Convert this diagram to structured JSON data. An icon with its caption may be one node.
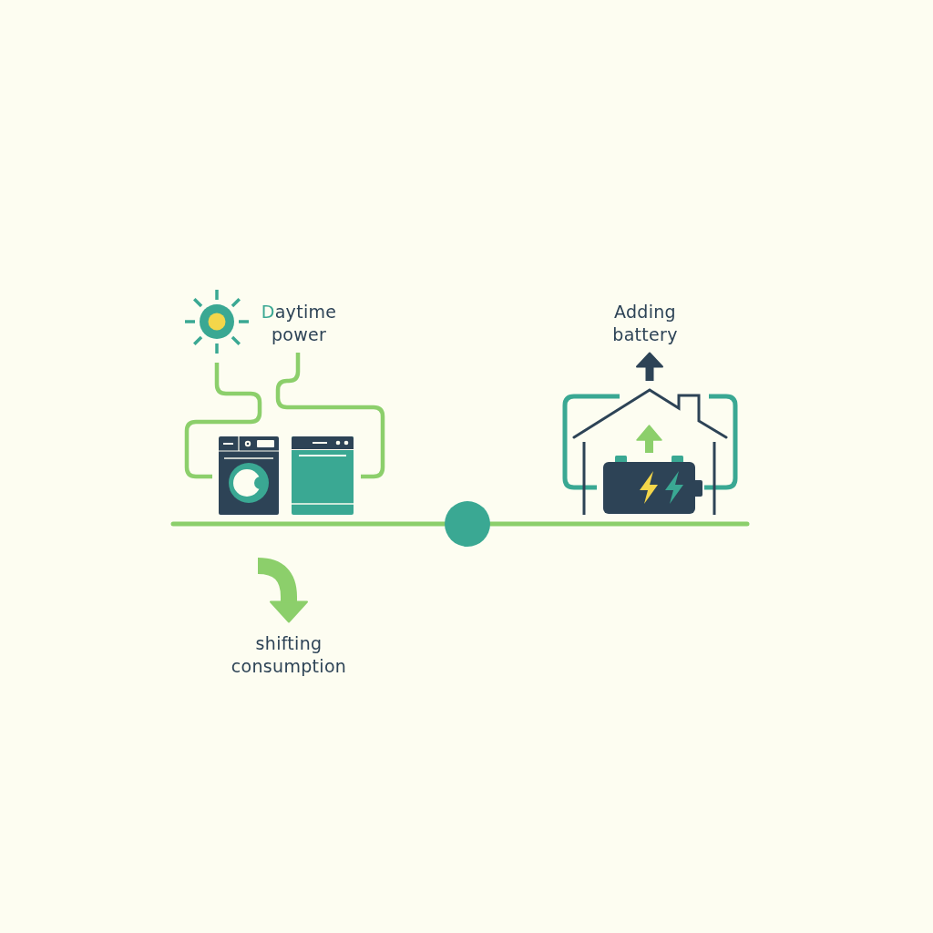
{
  "diagram": {
    "nodes": [
      {
        "text": [],
        "shape": "picture"
      },
      {
        "text": [
          "Daytime power"
        ]
      },
      {
        "text": [],
        "shape": "picture"
      },
      {
        "text": [],
        "shape": "picture"
      },
      {
        "text": [
          "shifting consumption"
        ]
      },
      {
        "text": [
          "Adding battery"
        ]
      },
      {
        "text": [],
        "shape": "picture"
      },
      {
        "text": [],
        "shape": "picture",
        "in": 6
      }
    ],
    "edges": [
      {
        "from": 0,
        "to": 2,
        "arrow": "none"
      },
      {
        "from": 1,
        "to": 3,
        "arrow": "none"
      },
      {
        "from": null,
        "to": 4,
        "arrow": "to",
        "style": "thick"
      },
      {
        "from": 6,
        "to": 5,
        "arrow": "to",
        "style": "thick",
        "color": "#2d4356"
      }
    ]
  }
}
